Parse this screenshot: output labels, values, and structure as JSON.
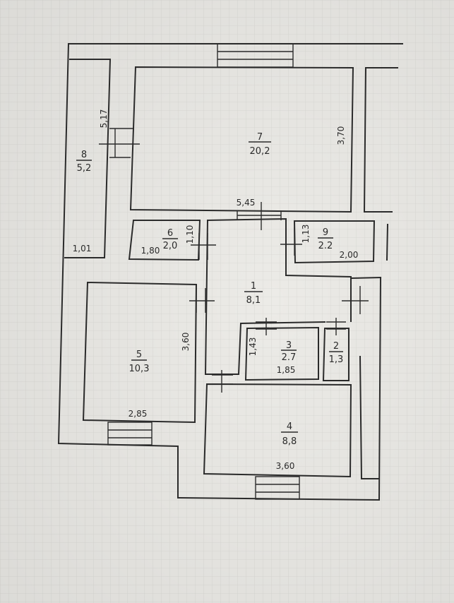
{
  "colors": {
    "paper": "#ecebe7",
    "grid": "#d9d8d3",
    "ink": "#2b2b2b"
  },
  "rooms": [
    {
      "id": "1",
      "number": "1",
      "area": "8,1"
    },
    {
      "id": "2",
      "number": "2",
      "area": "1,3"
    },
    {
      "id": "3",
      "number": "3",
      "area": "2.7"
    },
    {
      "id": "4",
      "number": "4",
      "area": "8,8"
    },
    {
      "id": "5",
      "number": "5",
      "area": "10,3"
    },
    {
      "id": "6",
      "number": "6",
      "area": "2,0"
    },
    {
      "id": "7",
      "number": "7",
      "area": "20,2"
    },
    {
      "id": "8",
      "number": "8",
      "area": "5,2"
    },
    {
      "id": "9",
      "number": "9",
      "area": "2.2"
    }
  ],
  "dimensions": {
    "r7_width": "5,45",
    "r7_height": "3,70",
    "r8_left": "5,17",
    "r8_bottom": "1,01",
    "r6_width": "1,80",
    "r6_height": "1,10",
    "r9_height": "1,13",
    "r9_width": "2,00",
    "r5_height": "3,60",
    "r5_width": "2,85",
    "r3_height": "1,43",
    "r3_width": "1,85",
    "r4_width": "3,60"
  }
}
